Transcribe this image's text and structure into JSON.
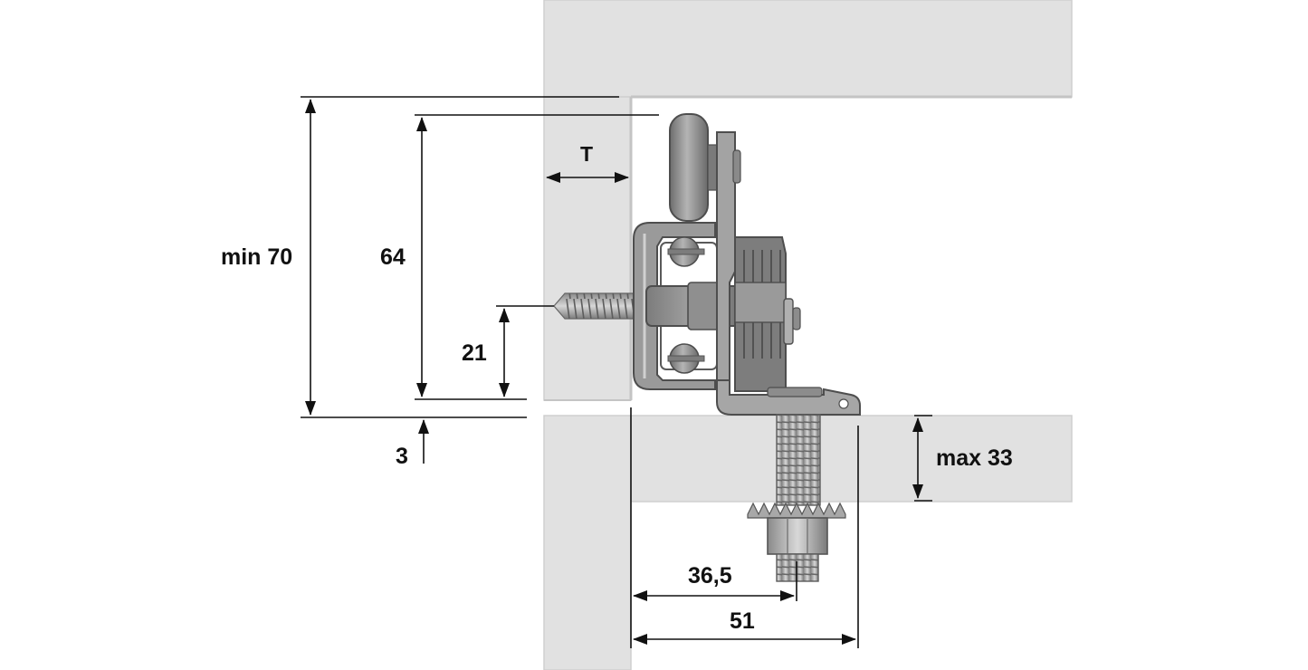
{
  "dimensions": {
    "min_height": "min 70",
    "height": "64",
    "screw_height": "21",
    "gap": "3",
    "thickness": "T",
    "max_thickness": "max 33",
    "offset_inner": "36,5",
    "offset_outer": "51"
  },
  "colors": {
    "panel": "#e1e1e1",
    "panel_edge": "#c4c4c4",
    "metal_light": "#b9b9b9",
    "metal_mid": "#8e8e8e",
    "metal_dark": "#5e5e5e",
    "line": "#111111"
  }
}
